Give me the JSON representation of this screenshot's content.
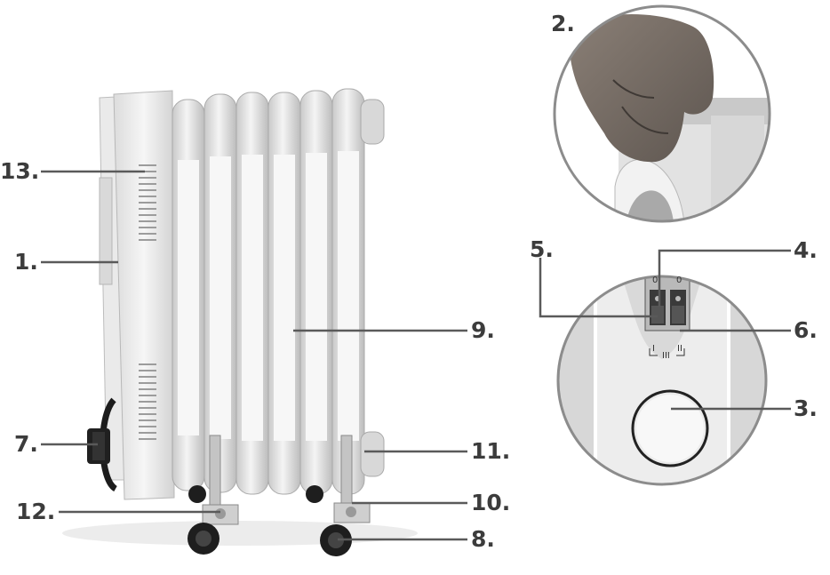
{
  "callouts": {
    "c1": "1.",
    "c2": "2.",
    "c3": "3.",
    "c4": "4.",
    "c5": "5.",
    "c6": "6.",
    "c7": "7.",
    "c8": "8.",
    "c9": "9.",
    "c10": "10.",
    "c11": "11.",
    "c12": "12.",
    "c13": "13."
  },
  "switch_panel": {
    "top_left_mark": "0",
    "top_right_mark": "0",
    "bottom_left_mark": "I",
    "bottom_middle_mark": "III",
    "bottom_right_mark": "II"
  },
  "colors": {
    "body": "#ececec",
    "fin": "#d6d6d6",
    "shadow": "#b0b0b0",
    "line": "#5a5a5a",
    "label": "#3c3c3c",
    "circle_border": "#888888"
  }
}
